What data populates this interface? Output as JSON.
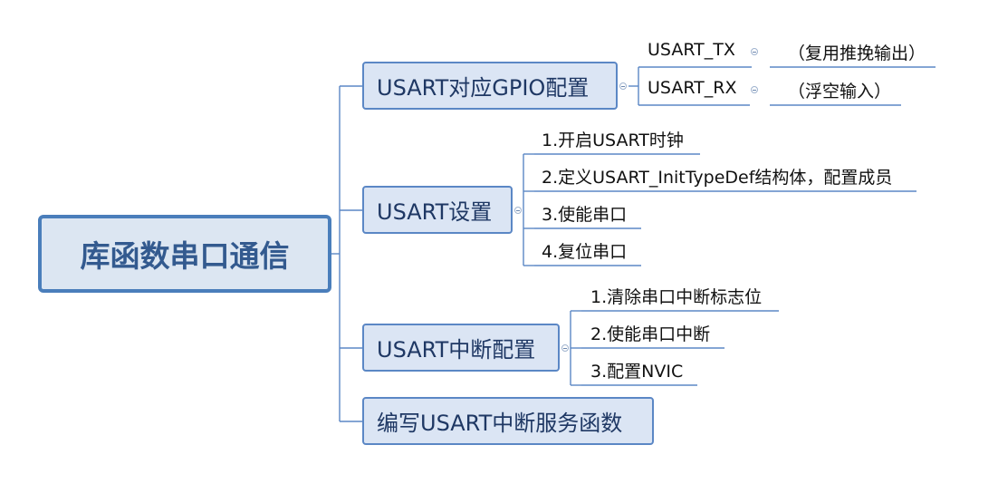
{
  "root": {
    "label": "库函数串口通信"
  },
  "branches": [
    {
      "label": "USART对应GPIO配置",
      "children": [
        {
          "label": "USART_TX",
          "note": "（复用推挽输出）"
        },
        {
          "label": "USART_RX",
          "note": "（浮空输入）"
        }
      ]
    },
    {
      "label": "USART设置",
      "children": [
        {
          "label": "1.开启USART时钟"
        },
        {
          "label": "2.定义USART_InitTypeDef结构体，配置成员"
        },
        {
          "label": "3.使能串口"
        },
        {
          "label": "4.复位串口"
        }
      ]
    },
    {
      "label": "USART中断配置",
      "children": [
        {
          "label": "1.清除串口中断标志位"
        },
        {
          "label": "2.使能串口中断"
        },
        {
          "label": "3.配置NVIC"
        }
      ]
    },
    {
      "label": "编写USART中断服务函数"
    }
  ],
  "colors": {
    "line": "#5b87c5",
    "box_fill": "#dbe5f4",
    "box_border": "#5b87c5",
    "root_border": "#4a7ebb"
  }
}
